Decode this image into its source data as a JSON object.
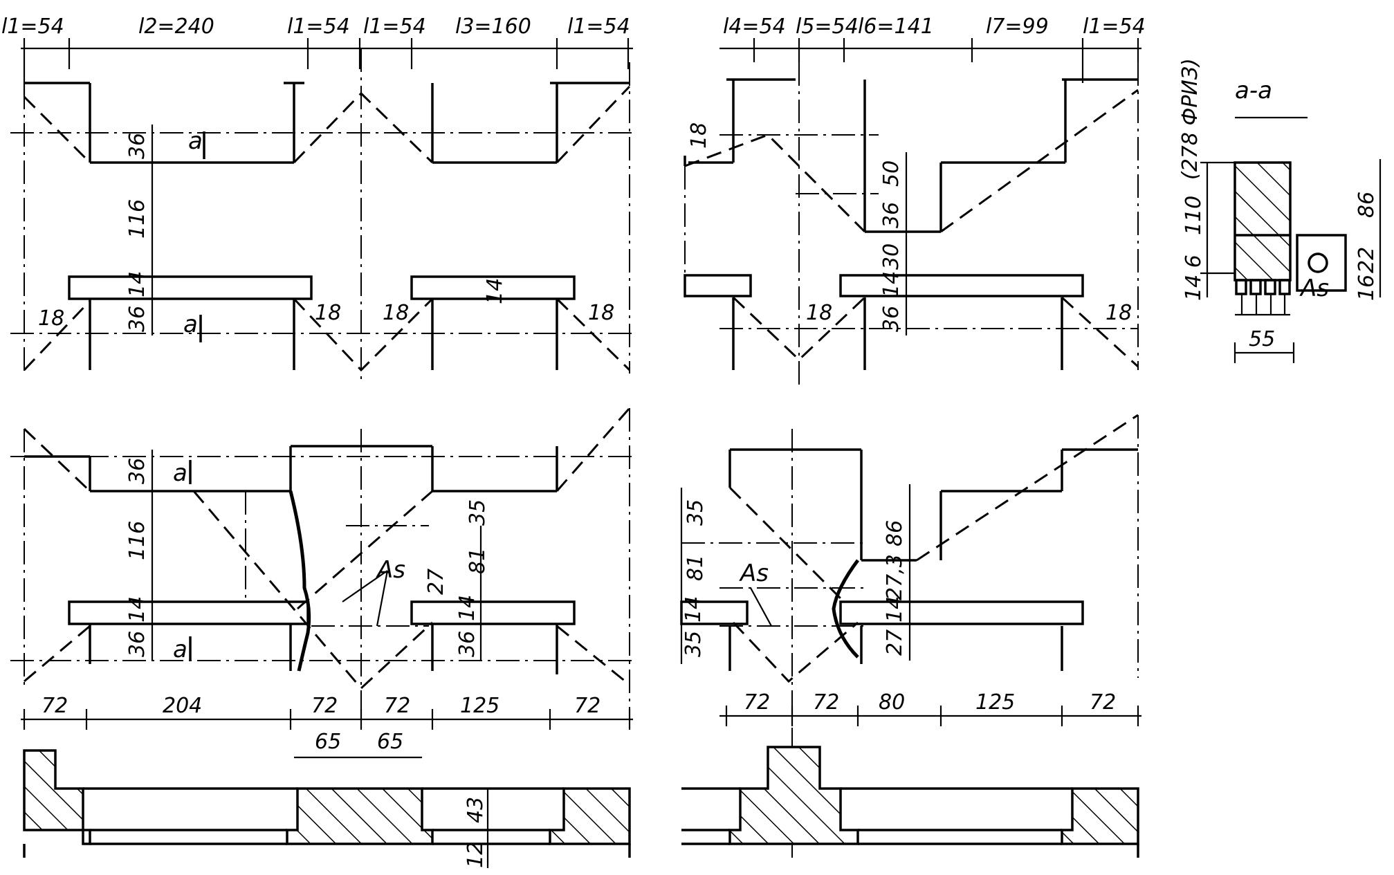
{
  "top_left": {
    "span_labels": [
      "l1=54",
      "l2=240",
      "l1=54",
      "l1=54",
      "l3=160",
      "l1=54"
    ],
    "vertical_dims": [
      "36",
      "116",
      "14",
      "36"
    ],
    "section_marks": [
      "a",
      "a"
    ],
    "angle_labels": [
      "18",
      "18",
      "18",
      "18"
    ],
    "small_dim": "14"
  },
  "top_right": {
    "span_labels": [
      "l4=54",
      "l5=54",
      "l6=141",
      "l7=99",
      "l1=54"
    ],
    "vertical_dims": [
      "50",
      "36",
      "30",
      "14",
      "36"
    ],
    "left_dim": "18",
    "angle_labels": [
      "18",
      "18"
    ]
  },
  "section_aa": {
    "title": "a-a",
    "side_note": "(278 ФРИЗ)",
    "left_dims": [
      "110",
      "14 6"
    ],
    "right_dims": [
      "86",
      "22",
      "16"
    ],
    "width": "55",
    "rebar_label": "As"
  },
  "bottom_left": {
    "vertical_dims": [
      "36",
      "116",
      "14",
      "36"
    ],
    "section_marks": [
      "a",
      "a"
    ],
    "rebar_label": "As",
    "right_dims": [
      "35",
      "81",
      "27",
      "14",
      "36"
    ],
    "plan_dims": [
      "72",
      "204",
      "72",
      "72",
      "125",
      "72"
    ],
    "plan_sub_dims": [
      "65",
      "65"
    ],
    "plan_heights": [
      "43",
      "12"
    ]
  },
  "bottom_right": {
    "left_dims": [
      "35",
      "81",
      "14",
      "35"
    ],
    "rebar_label": "As",
    "right_dims": [
      "86",
      "27,3",
      "14",
      "27"
    ],
    "plan_dims": [
      "72",
      "72",
      "80",
      "125",
      "72"
    ]
  }
}
